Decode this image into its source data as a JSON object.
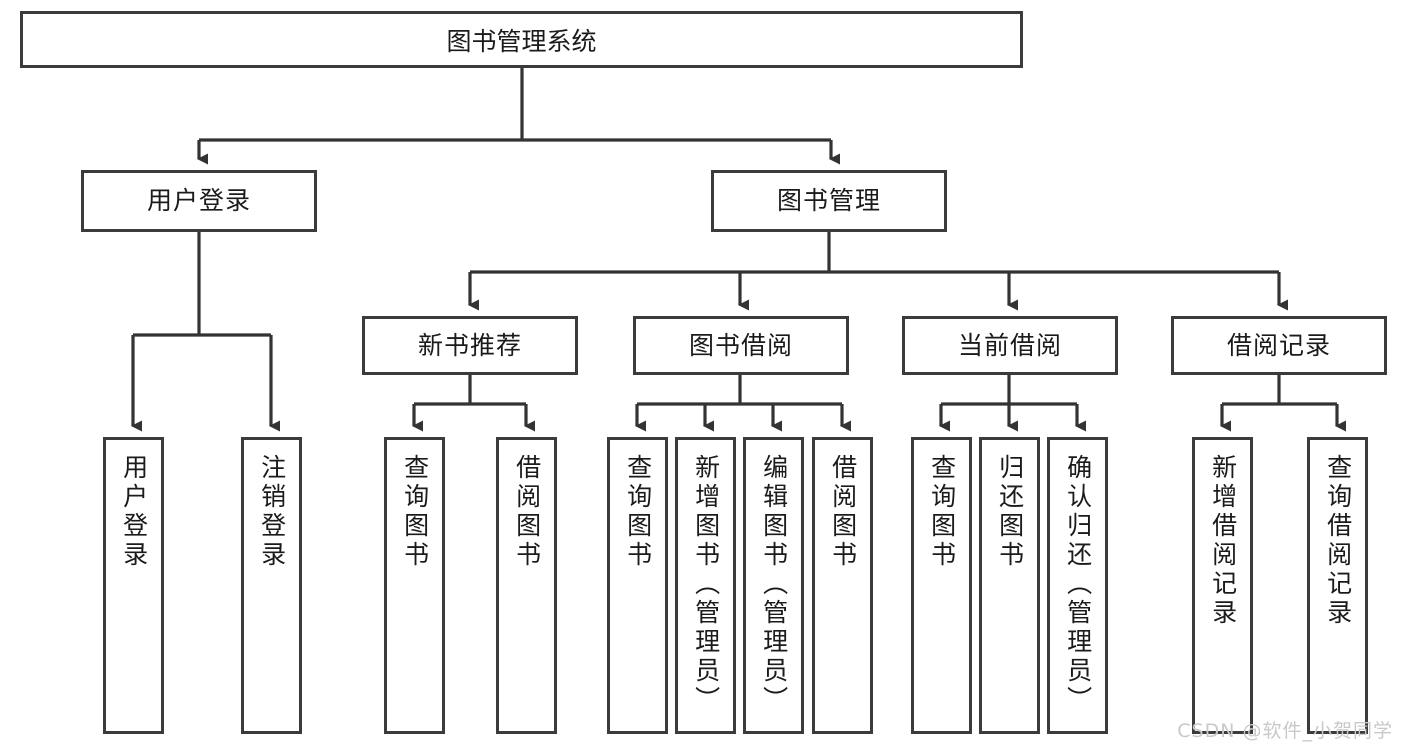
{
  "diagram": {
    "type": "tree",
    "title": "图书管理系统",
    "watermark": "CSDN @软件_小贺同学",
    "colors": {
      "box_border": "#3b3b3b",
      "box_fill": "#ffffff",
      "connector": "#333333",
      "text": "#1b1b1b",
      "watermark": "#c9c9c9"
    },
    "root": {
      "label": "图书管理系统"
    },
    "level2": [
      {
        "label": "用户登录"
      },
      {
        "label": "图书管理"
      }
    ],
    "level3": [
      {
        "label": "新书推荐"
      },
      {
        "label": "图书借阅"
      },
      {
        "label": "当前借阅"
      },
      {
        "label": "借阅记录"
      }
    ],
    "leaves": {
      "user_login": [
        {
          "label": "用户登录"
        },
        {
          "label": "注销登录"
        }
      ],
      "new_book": [
        {
          "label": "查询图书"
        },
        {
          "label": "借阅图书"
        }
      ],
      "book_borrow": [
        {
          "label": "查询图书"
        },
        {
          "label": "新增图书（管理员）"
        },
        {
          "label": "编辑图书（管理员）"
        },
        {
          "label": "借阅图书"
        }
      ],
      "current_borrow": [
        {
          "label": "查询图书"
        },
        {
          "label": "归还图书"
        },
        {
          "label": "确认归还（管理员）"
        }
      ],
      "borrow_record": [
        {
          "label": "新增借阅记录"
        },
        {
          "label": "查询借阅记录"
        }
      ]
    }
  }
}
